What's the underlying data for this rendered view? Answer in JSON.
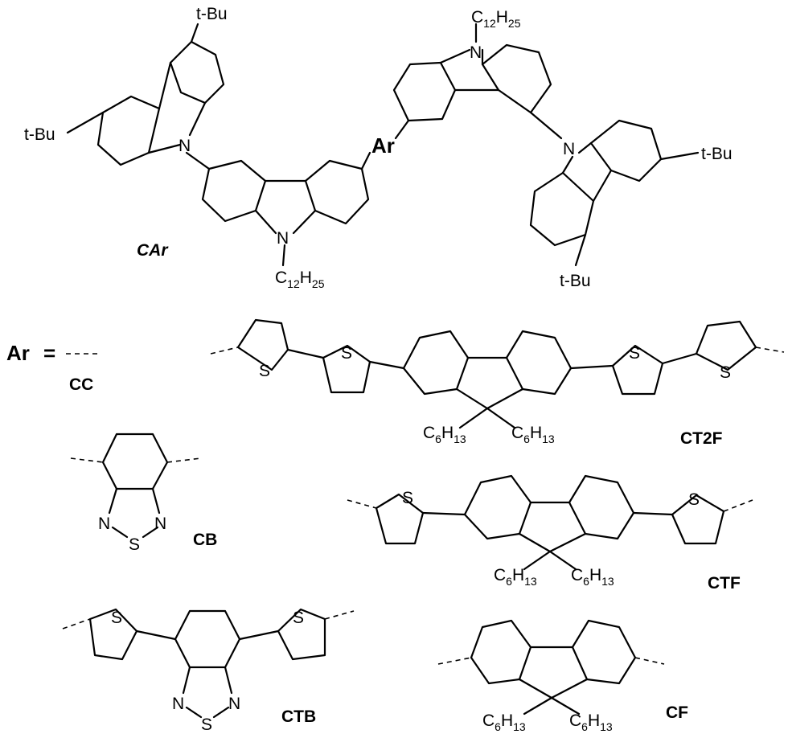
{
  "labels": {
    "car": "CAr",
    "ar": "Ar",
    "ar_def": "Ar",
    "equals": "=",
    "cc": "CC",
    "cb": "CB",
    "ctb": "CTB",
    "ct2f": "CT2F",
    "ctf": "CTF",
    "cf": "CF"
  },
  "atoms": {
    "N": "N",
    "S": "S",
    "tbu": "t-Bu",
    "c": "C",
    "h": "H"
  },
  "subscripts": {
    "c12": "12",
    "h25": "25",
    "c6": "6",
    "h13": "13"
  }
}
